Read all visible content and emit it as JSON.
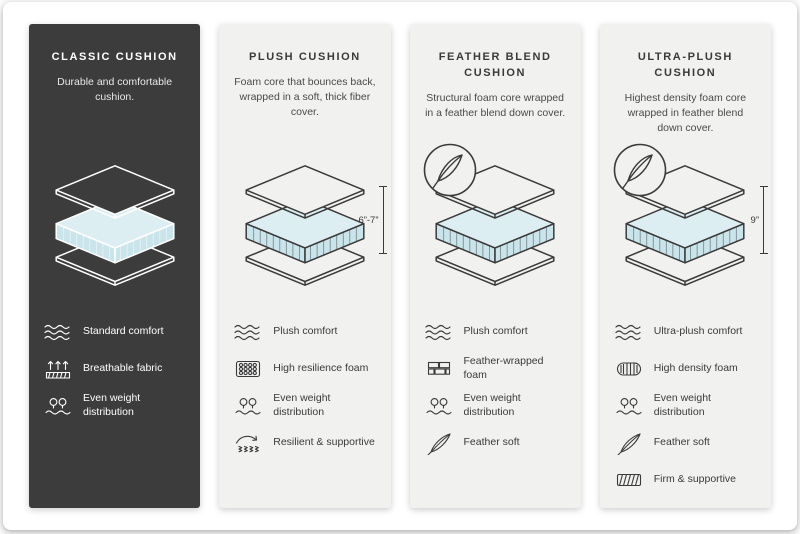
{
  "colors": {
    "dark_panel": "#3c3c3c",
    "light_panel": "#f1f1ef",
    "foam_top": "#ddeef2",
    "foam_side": "#c9e4ea"
  },
  "cards": [
    {
      "title": "CLASSIC CUSHION",
      "description": "Durable and comfortable cushion.",
      "diagram": "layered-cushion-illustration",
      "features": [
        {
          "icon": "wave-comfort-icon",
          "label": "Standard comfort"
        },
        {
          "icon": "breathable-fabric-icon",
          "label": "Breathable fabric"
        },
        {
          "icon": "weight-distribution-icon",
          "label": "Even weight distribution"
        }
      ]
    },
    {
      "title": "PLUSH CUSHION",
      "description": "Foam core that bounces back, wrapped in a soft, thick fiber cover.",
      "diagram": "layered-cushion-illustration",
      "measurement": "6”-7”",
      "features": [
        {
          "icon": "wave-comfort-icon",
          "label": "Plush comfort"
        },
        {
          "icon": "resilience-foam-icon",
          "label": "High resilience foam"
        },
        {
          "icon": "weight-distribution-icon",
          "label": "Even weight distribution"
        },
        {
          "icon": "spring-support-icon",
          "label": "Resilient & supportive"
        }
      ]
    },
    {
      "title": "FEATHER BLEND CUSHION",
      "description": "Structural foam core wrapped in a feather blend down cover.",
      "diagram": "layered-cushion-illustration",
      "badge": "feather-badge-icon",
      "features": [
        {
          "icon": "wave-comfort-icon",
          "label": "Plush comfort"
        },
        {
          "icon": "feather-wrapped-foam-icon",
          "label": "Feather-wrapped foam"
        },
        {
          "icon": "weight-distribution-icon",
          "label": "Even weight distribution"
        },
        {
          "icon": "feather-icon",
          "label": "Feather soft"
        }
      ]
    },
    {
      "title": "ULTRA-PLUSH CUSHION",
      "description": "Highest density foam core wrapped in feather blend down cover.",
      "diagram": "layered-cushion-illustration",
      "badge": "feather-badge-icon",
      "measurement": "9”",
      "features": [
        {
          "icon": "wave-comfort-icon",
          "label": "Ultra-plush comfort"
        },
        {
          "icon": "density-foam-icon",
          "label": "High density foam"
        },
        {
          "icon": "weight-distribution-icon",
          "label": "Even weight distribution"
        },
        {
          "icon": "feather-icon",
          "label": "Feather soft"
        },
        {
          "icon": "firm-support-icon",
          "label": "Firm & supportive"
        }
      ]
    }
  ]
}
